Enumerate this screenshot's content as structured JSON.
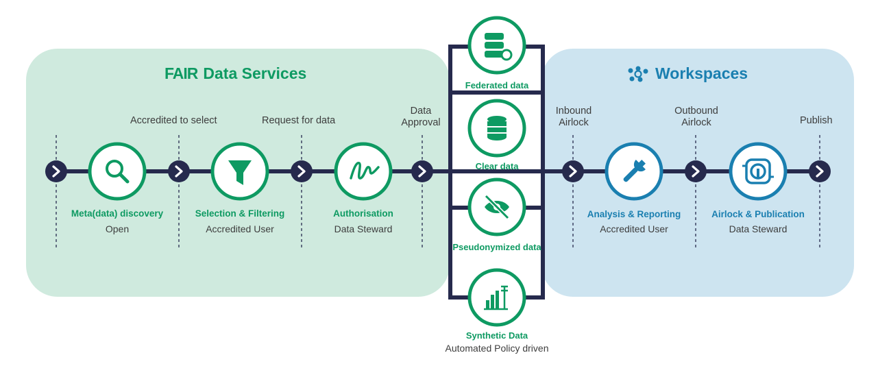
{
  "fair": {
    "title_prefix": "FAIR",
    "title_rest": "Data Services",
    "gates": [
      "Accredited to select",
      "Request for data",
      "Data Approval"
    ],
    "steps": [
      {
        "name": "Meta(data) discovery",
        "role": "Open",
        "icon": "magnifier-icon"
      },
      {
        "name": "Selection & Filtering",
        "role": "Accredited User",
        "icon": "funnel-icon"
      },
      {
        "name": "Authorisation",
        "role": "Data Steward",
        "icon": "signature-icon"
      }
    ]
  },
  "center": {
    "items": [
      {
        "name": "Federated data",
        "icon": "federated-database-icon"
      },
      {
        "name": "Clear data",
        "icon": "database-icon"
      },
      {
        "name": "Pseudonymized data",
        "icon": "eye-slash-icon"
      },
      {
        "name": "Synthetic Data",
        "icon": "synthetic-chart-icon"
      }
    ],
    "footer": "Automated Policy driven"
  },
  "workspaces": {
    "title": "Workspaces",
    "gates": [
      "Inbound Airlock",
      "Outbound Airlock",
      "Publish"
    ],
    "steps": [
      {
        "name": "Analysis & Reporting",
        "role": "Accredited User",
        "icon": "wrench-icon"
      },
      {
        "name": "Airlock & Publication",
        "role": "Data Steward",
        "icon": "airlock-icon"
      }
    ]
  },
  "colors": {
    "green": "#0e9a62",
    "blue": "#1a7fb0",
    "navy": "#262a4d",
    "fair_panel": "#cfeade",
    "workspace_panel": "#cde4f0"
  }
}
